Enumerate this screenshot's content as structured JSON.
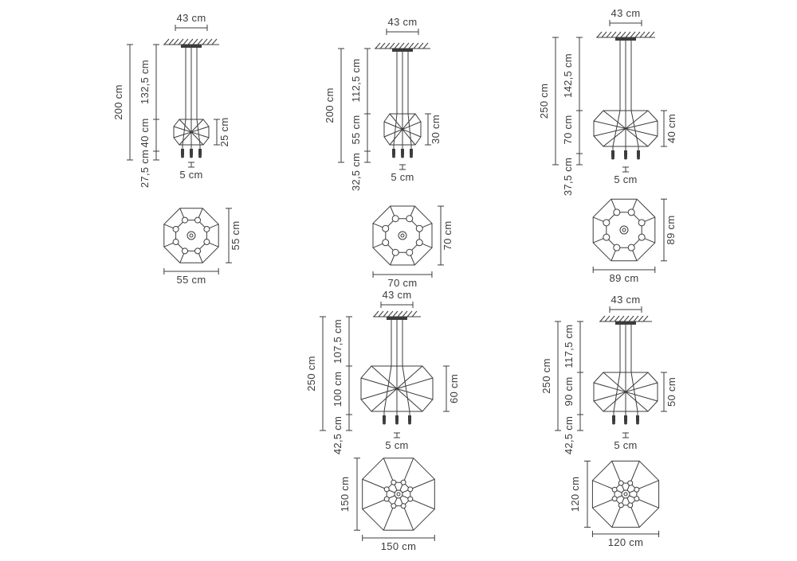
{
  "colors": {
    "line": "#3c3c3c",
    "text": "#3c3c3c",
    "background": "#ffffff"
  },
  "variants": [
    {
      "name": "pendant-variant-1",
      "canopy_width": "43 cm",
      "total_height": "200 cm",
      "cable_height": "132,5 cm",
      "body_zone_height": "40 cm",
      "clearance_height": "27,5 cm",
      "body_height": "25 cm",
      "pendant_length": "5 cm",
      "plan_width": "55 cm",
      "plan_depth": "55 cm"
    },
    {
      "name": "pendant-variant-2",
      "canopy_width": "43 cm",
      "total_height": "200 cm",
      "cable_height": "112,5 cm",
      "body_zone_height": "55 cm",
      "clearance_height": "32,5 cm",
      "body_height": "30 cm",
      "pendant_length": "5 cm",
      "plan_width": "70 cm",
      "plan_depth": "70 cm"
    },
    {
      "name": "pendant-variant-3",
      "canopy_width": "43 cm",
      "total_height": "250 cm",
      "cable_height": "142,5 cm",
      "body_zone_height": "70 cm",
      "clearance_height": "37,5 cm",
      "body_height": "40 cm",
      "pendant_length": "5 cm",
      "plan_width": "89 cm",
      "plan_depth": "89 cm"
    },
    {
      "name": "pendant-variant-4",
      "canopy_width": "43 cm",
      "total_height": "250 cm",
      "cable_height": "107,5 cm",
      "body_zone_height": "100 cm",
      "clearance_height": "42,5 cm",
      "body_height": "60 cm",
      "pendant_length": "5 cm",
      "plan_width": "150 cm",
      "plan_depth": "150 cm"
    },
    {
      "name": "pendant-variant-5",
      "canopy_width": "43 cm",
      "total_height": "250 cm",
      "cable_height": "117,5 cm",
      "body_zone_height": "90 cm",
      "clearance_height": "42,5 cm",
      "body_height": "50 cm",
      "pendant_length": "5 cm",
      "plan_width": "120 cm",
      "plan_depth": "120 cm"
    }
  ]
}
